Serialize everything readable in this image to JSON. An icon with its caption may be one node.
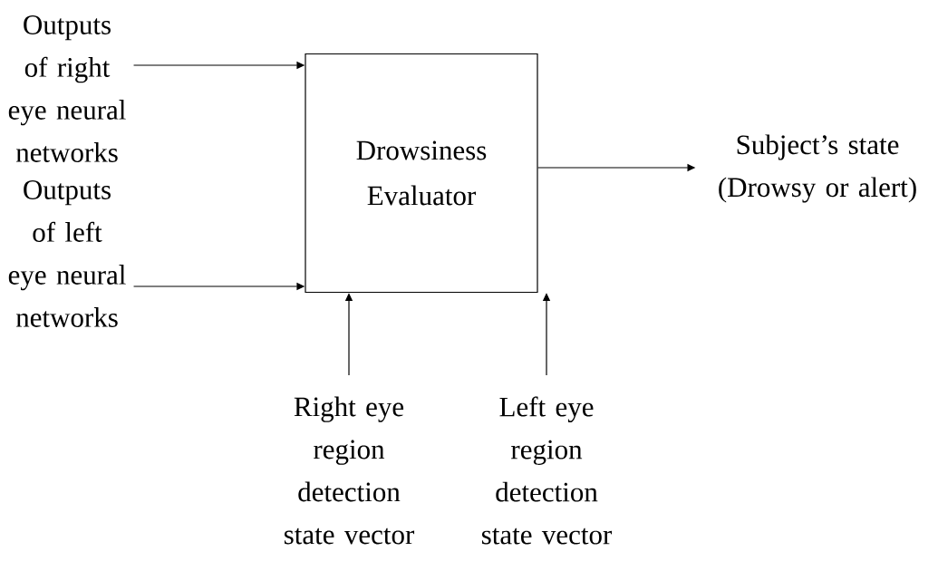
{
  "diagram": {
    "nodes": [
      {
        "text": [
          "Outputs of right eye neural networks"
        ]
      },
      {
        "text": [
          "Outputs of left eye neural networks"
        ]
      },
      {
        "text": [
          "Drowsiness Evaluator"
        ]
      },
      {
        "text": [
          "Subject’s  state (Drowsy or alert)"
        ]
      },
      {
        "text": [
          "Right eye region detection state vector"
        ]
      },
      {
        "text": [
          "Left eye region detection state vector"
        ]
      }
    ],
    "edges": [
      {
        "from": 0,
        "to": 2,
        "arrow": "to"
      },
      {
        "from": 1,
        "to": 2,
        "arrow": "to"
      },
      {
        "from": 2,
        "to": 3,
        "arrow": "to"
      },
      {
        "from": 4,
        "to": 2,
        "arrow": "to"
      },
      {
        "from": 5,
        "to": 2,
        "arrow": "to"
      }
    ]
  }
}
